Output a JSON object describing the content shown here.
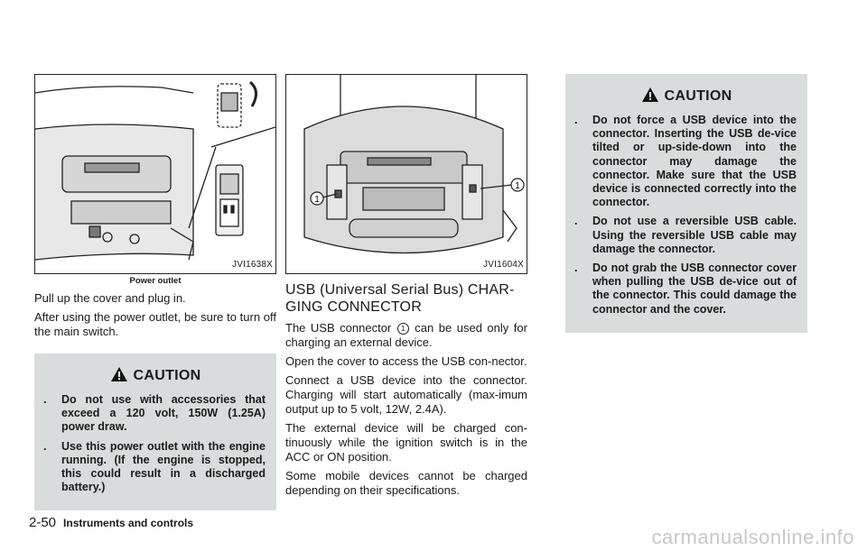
{
  "left": {
    "figure_id": "JVI1638X",
    "caption": "Power outlet",
    "para1": "Pull up the cover and plug in.",
    "para2": "After using the power outlet, be sure to turn off the main switch.",
    "caution_title": "CAUTION",
    "bullets": [
      "Do not use with accessories that exceed a 120 volt, 150W (1.25A) power draw.",
      "Use this power outlet with the engine running. (If the engine is stopped, this could result in a discharged battery.)"
    ]
  },
  "middle": {
    "figure_id": "JVI1604X",
    "callout": "1",
    "heading": "USB (Universal Serial Bus) CHAR-GING CONNECTOR",
    "p1_a": "The USB connector",
    "p1_b": "can be used only for charging an external device.",
    "p2": "Open the cover to access the USB con-nector.",
    "p3": "Connect a USB device into the connector. Charging will start automatically (max-imum output up to 5 volt, 12W, 2.4A).",
    "p4": "The external device will be charged con-tinuously while the ignition switch is in the ACC or ON position.",
    "p5": "Some mobile devices cannot be charged depending on their specifications."
  },
  "right": {
    "caution_title": "CAUTION",
    "bullets": [
      "Do not force a USB device into the connector. Inserting the USB de-vice tilted or up-side-down into the connector may damage the connector. Make sure that the USB device is connected correctly into the connector.",
      "Do not use a reversible USB cable. Using the reversible USB cable may damage the connector.",
      "Do not grab the USB connector cover when pulling the USB de-vice out of the connector. This could damage the connector and the cover."
    ]
  },
  "footer": {
    "page": "2-50",
    "section": "Instruments and controls"
  },
  "watermark": "carmanualsonline.info",
  "bullet_char": "."
}
